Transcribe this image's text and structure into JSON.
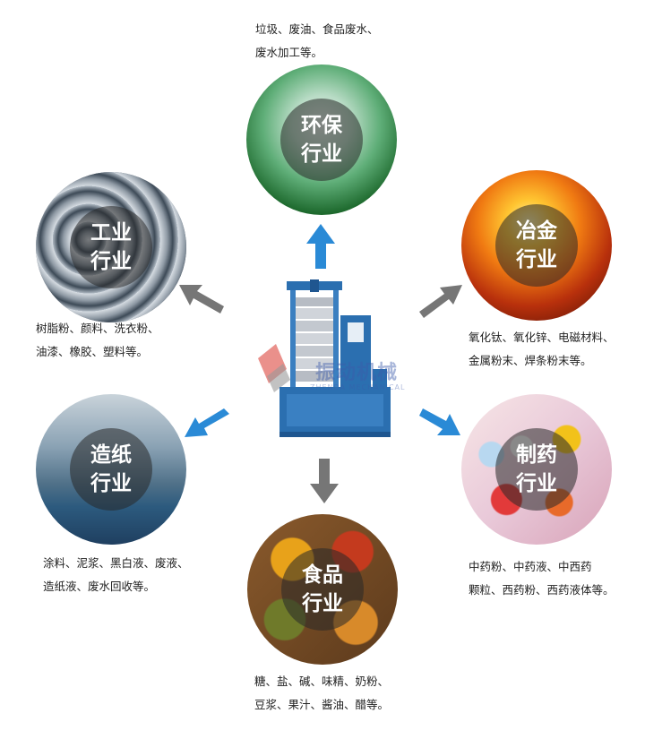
{
  "sectors": {
    "env": {
      "label1": "环保",
      "label2": "行业",
      "desc1": "垃圾、废油、食品废水、",
      "desc2": "废水加工等。"
    },
    "ind": {
      "label1": "工业",
      "label2": "行业",
      "desc1": "树脂粉、颜料、洗衣粉、",
      "desc2": "油漆、橡胶、塑料等。"
    },
    "met": {
      "label1": "冶金",
      "label2": "行业",
      "desc1": "氧化钛、氧化锌、电磁材料、",
      "desc2": "金属粉末、焊条粉末等。"
    },
    "paper": {
      "label1": "造纸",
      "label2": "行业",
      "desc1": "涂料、泥浆、黑白液、废液、",
      "desc2": "造纸液、废水回收等。"
    },
    "pharm": {
      "label1": "制药",
      "label2": "行业",
      "desc1": "中药粉、中药液、中西药",
      "desc2": "颗粒、西药粉、西药液体等。"
    },
    "food": {
      "label1": "食品",
      "label2": "行业",
      "desc1": "糖、盐、碱、味精、奶粉、",
      "desc2": "豆浆、果汁、酱油、醋等。"
    }
  },
  "watermark": {
    "text": "振动机械",
    "sub": "ZHENDA MECHANICAL"
  },
  "colors": {
    "arrow_gray": "#767676",
    "arrow_blue": "#2a8ad6",
    "machine_blue": "#2b6fb0"
  }
}
